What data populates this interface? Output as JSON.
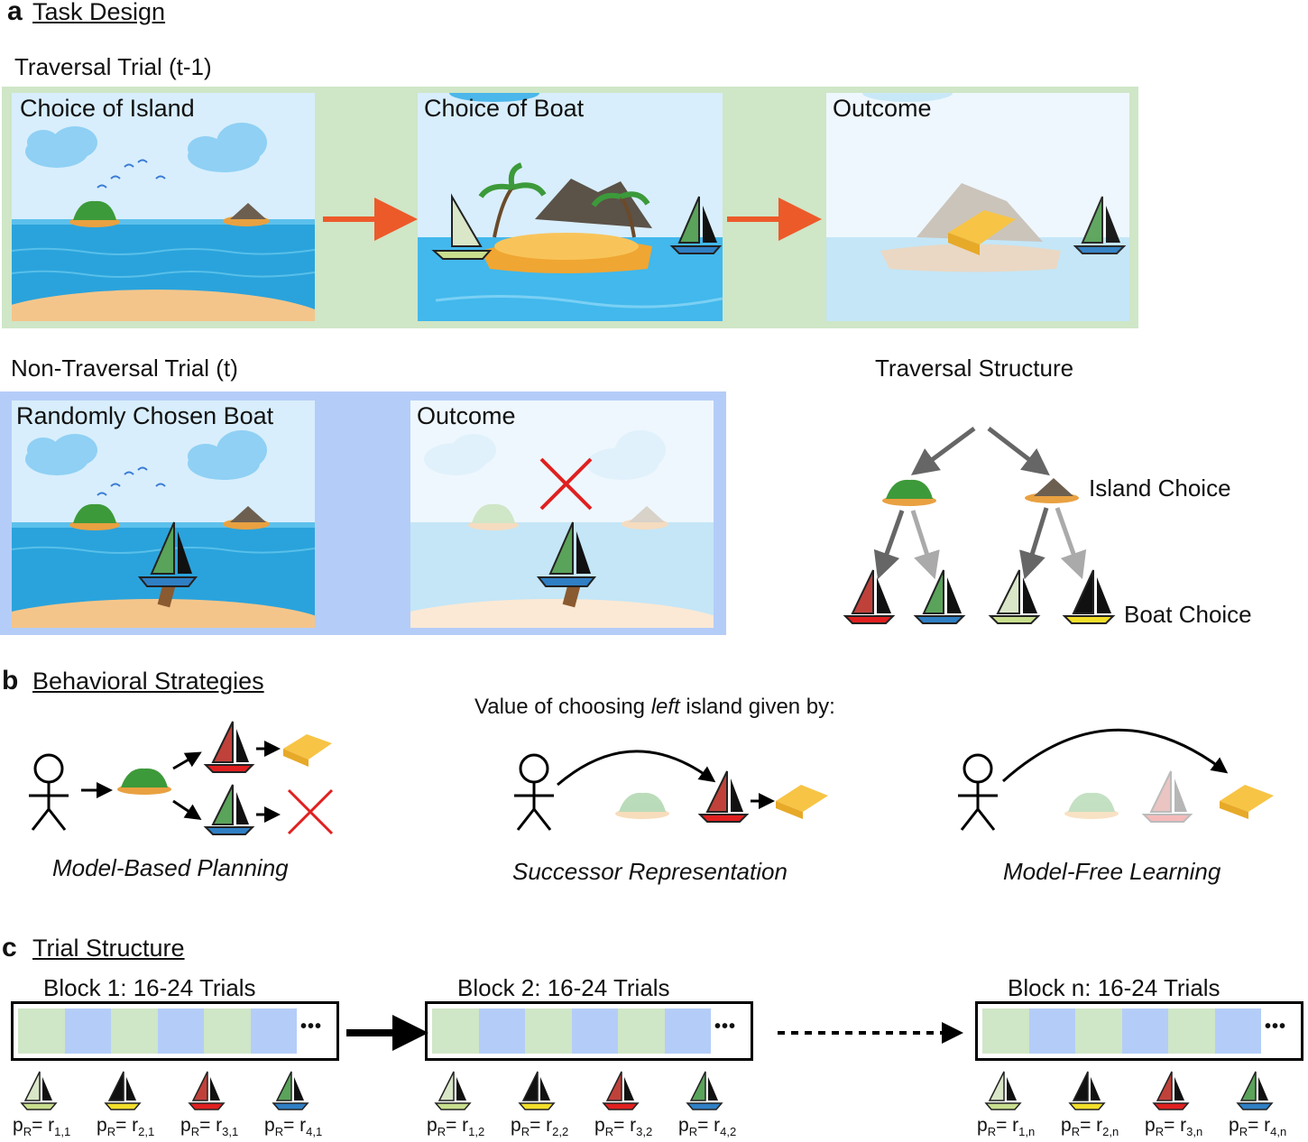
{
  "panel_a": {
    "letter": "a",
    "title": "Task Design",
    "traversal_trial": "Traversal Trial (t-1)",
    "choice_of_island": "Choice of Island",
    "choice_of_boat": "Choice of Boat",
    "outcome": "Outcome",
    "non_traversal_trial": "Non-Traversal Trial (t)",
    "randomly_chosen_boat": "Randomly Chosen Boat",
    "outcome2": "Outcome",
    "traversal_structure": "Traversal Structure",
    "island_choice": "Island Choice",
    "boat_choice": "Boat Choice"
  },
  "panel_b": {
    "letter": "b",
    "title": "Behavioral Strategies",
    "value_prefix": "Value of choosing ",
    "value_italic": "left",
    "value_suffix": " island given by:",
    "mb": "Model-Based Planning",
    "sr": "Successor Representation",
    "mf": "Model-Free Learning"
  },
  "panel_c": {
    "letter": "c",
    "title": "Trial Structure",
    "blocks": [
      {
        "label": "Block 1: 16-24 Trials",
        "probs": [
          [
            "1,1"
          ],
          [
            "2,1"
          ],
          [
            "3,1"
          ],
          [
            "4,1"
          ]
        ]
      },
      {
        "label": "Block 2: 16-24 Trials",
        "probs": [
          [
            "1,2"
          ],
          [
            "2,2"
          ],
          [
            "3,2"
          ],
          [
            "4,2"
          ]
        ]
      },
      {
        "label": "Block n: 16-24 Trials",
        "probs": [
          [
            "1,n"
          ],
          [
            "2,n"
          ],
          [
            "3,n"
          ],
          [
            "4,n"
          ]
        ]
      }
    ],
    "ellipsis": "•••",
    "p_symbol": "p",
    "p_sub": "R",
    "eq": "= r"
  },
  "colors": {
    "green_bg": "#cfe6c7",
    "blue_bg": "#b4cdf8",
    "arrow_orange": "#ec5a2a",
    "sky": "#d8eefc",
    "sea": "#2aa3dc",
    "sand": "#f4c58a"
  }
}
